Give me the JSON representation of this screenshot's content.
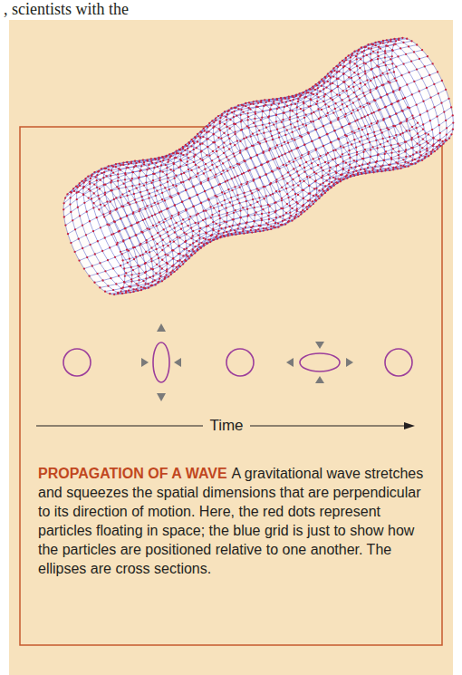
{
  "diagram": {
    "title": "PROPAGATION OF A WAVE",
    "caption": "A gravitational wave stretches and squeezes the spatial dimensions that are perpendicular to its direction of motion. Here, the red dots represent particles floating in space; the blue grid is just to show how the particles are positioned relative to one another. The ellipses are cross sections.",
    "labels": [
      ", scientists with the",
      "Time"
    ]
  }
}
